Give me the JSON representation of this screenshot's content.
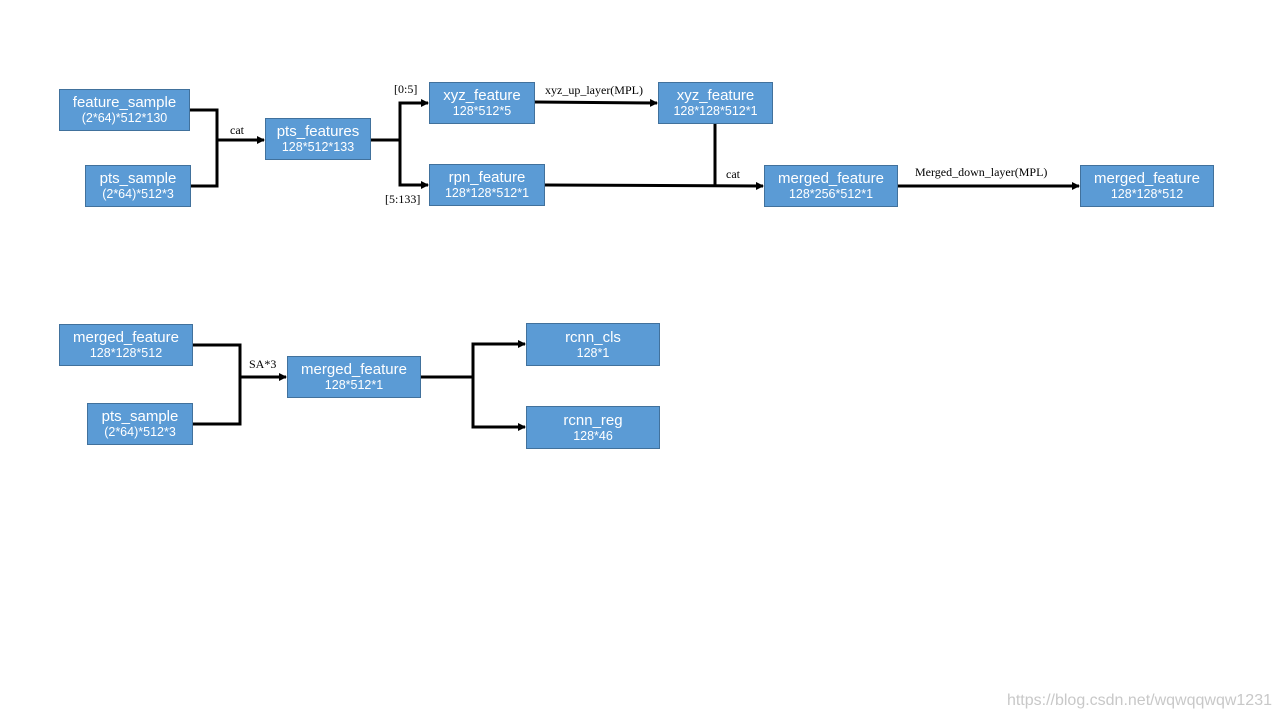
{
  "colors": {
    "node_fill": "#5b9bd5",
    "node_border": "#41719c",
    "wire": "#000000",
    "watermark": "#c8c8c8"
  },
  "nodes": {
    "feature_sample": {
      "title": "feature_sample",
      "sub": "(2*64)*512*130"
    },
    "pts_sample_1": {
      "title": "pts_sample",
      "sub": "(2*64)*512*3"
    },
    "pts_features": {
      "title": "pts_features",
      "sub": "128*512*133"
    },
    "xyz_feature_1": {
      "title": "xyz_feature",
      "sub": "128*512*5"
    },
    "rpn_feature": {
      "title": "rpn_feature",
      "sub": "128*128*512*1"
    },
    "xyz_feature_2": {
      "title": "xyz_feature",
      "sub": "128*128*512*1"
    },
    "merged_feature_1": {
      "title": "merged_feature",
      "sub": "128*256*512*1"
    },
    "merged_feature_2": {
      "title": "merged_feature",
      "sub": "128*128*512"
    },
    "merged_feature_3": {
      "title": "merged_feature",
      "sub": "128*128*512"
    },
    "pts_sample_2": {
      "title": "pts_sample",
      "sub": "(2*64)*512*3"
    },
    "merged_feature_4": {
      "title": "merged_feature",
      "sub": "128*512*1"
    },
    "rcnn_cls": {
      "title": "rcnn_cls",
      "sub": "128*1"
    },
    "rcnn_reg": {
      "title": "rcnn_reg",
      "sub": "128*46"
    }
  },
  "labels": {
    "cat_1": "cat",
    "slice_0_5": "[0:5]",
    "slice_5_133": "[5:133]",
    "xyz_up_layer": "xyz_up_layer(MPL)",
    "cat_2": "cat",
    "merged_down_layer": "Merged_down_layer(MPL)",
    "sa3": "SA*3"
  },
  "watermark": "https://blog.csdn.net/wqwqqwqw1231"
}
